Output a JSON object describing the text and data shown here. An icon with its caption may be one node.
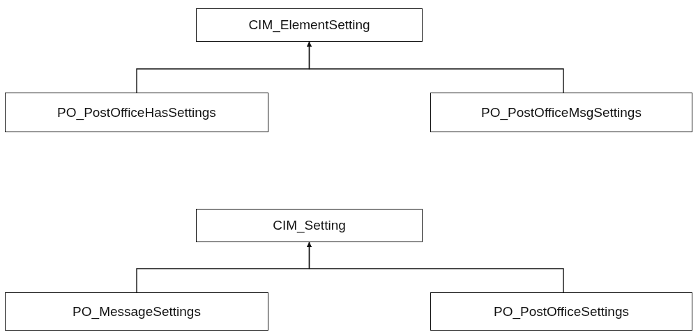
{
  "diagram": {
    "nodes": [
      {
        "text": [
          "CIM_ElementSetting"
        ]
      },
      {
        "text": [
          "PO_PostOfficeHasSettings"
        ]
      },
      {
        "text": [
          "PO_PostOfficeMsgSettings"
        ]
      },
      {
        "text": [
          "CIM_Setting"
        ]
      },
      {
        "text": [
          "PO_MessageSettings"
        ]
      },
      {
        "text": [
          "PO_PostOfficeSettings"
        ]
      }
    ],
    "edges": [
      {
        "from": 1,
        "to": 0,
        "arrow": "to"
      },
      {
        "from": 2,
        "to": 0,
        "arrow": "to"
      },
      {
        "from": 4,
        "to": 3,
        "arrow": "to"
      },
      {
        "from": 5,
        "to": 3,
        "arrow": "to"
      }
    ]
  }
}
